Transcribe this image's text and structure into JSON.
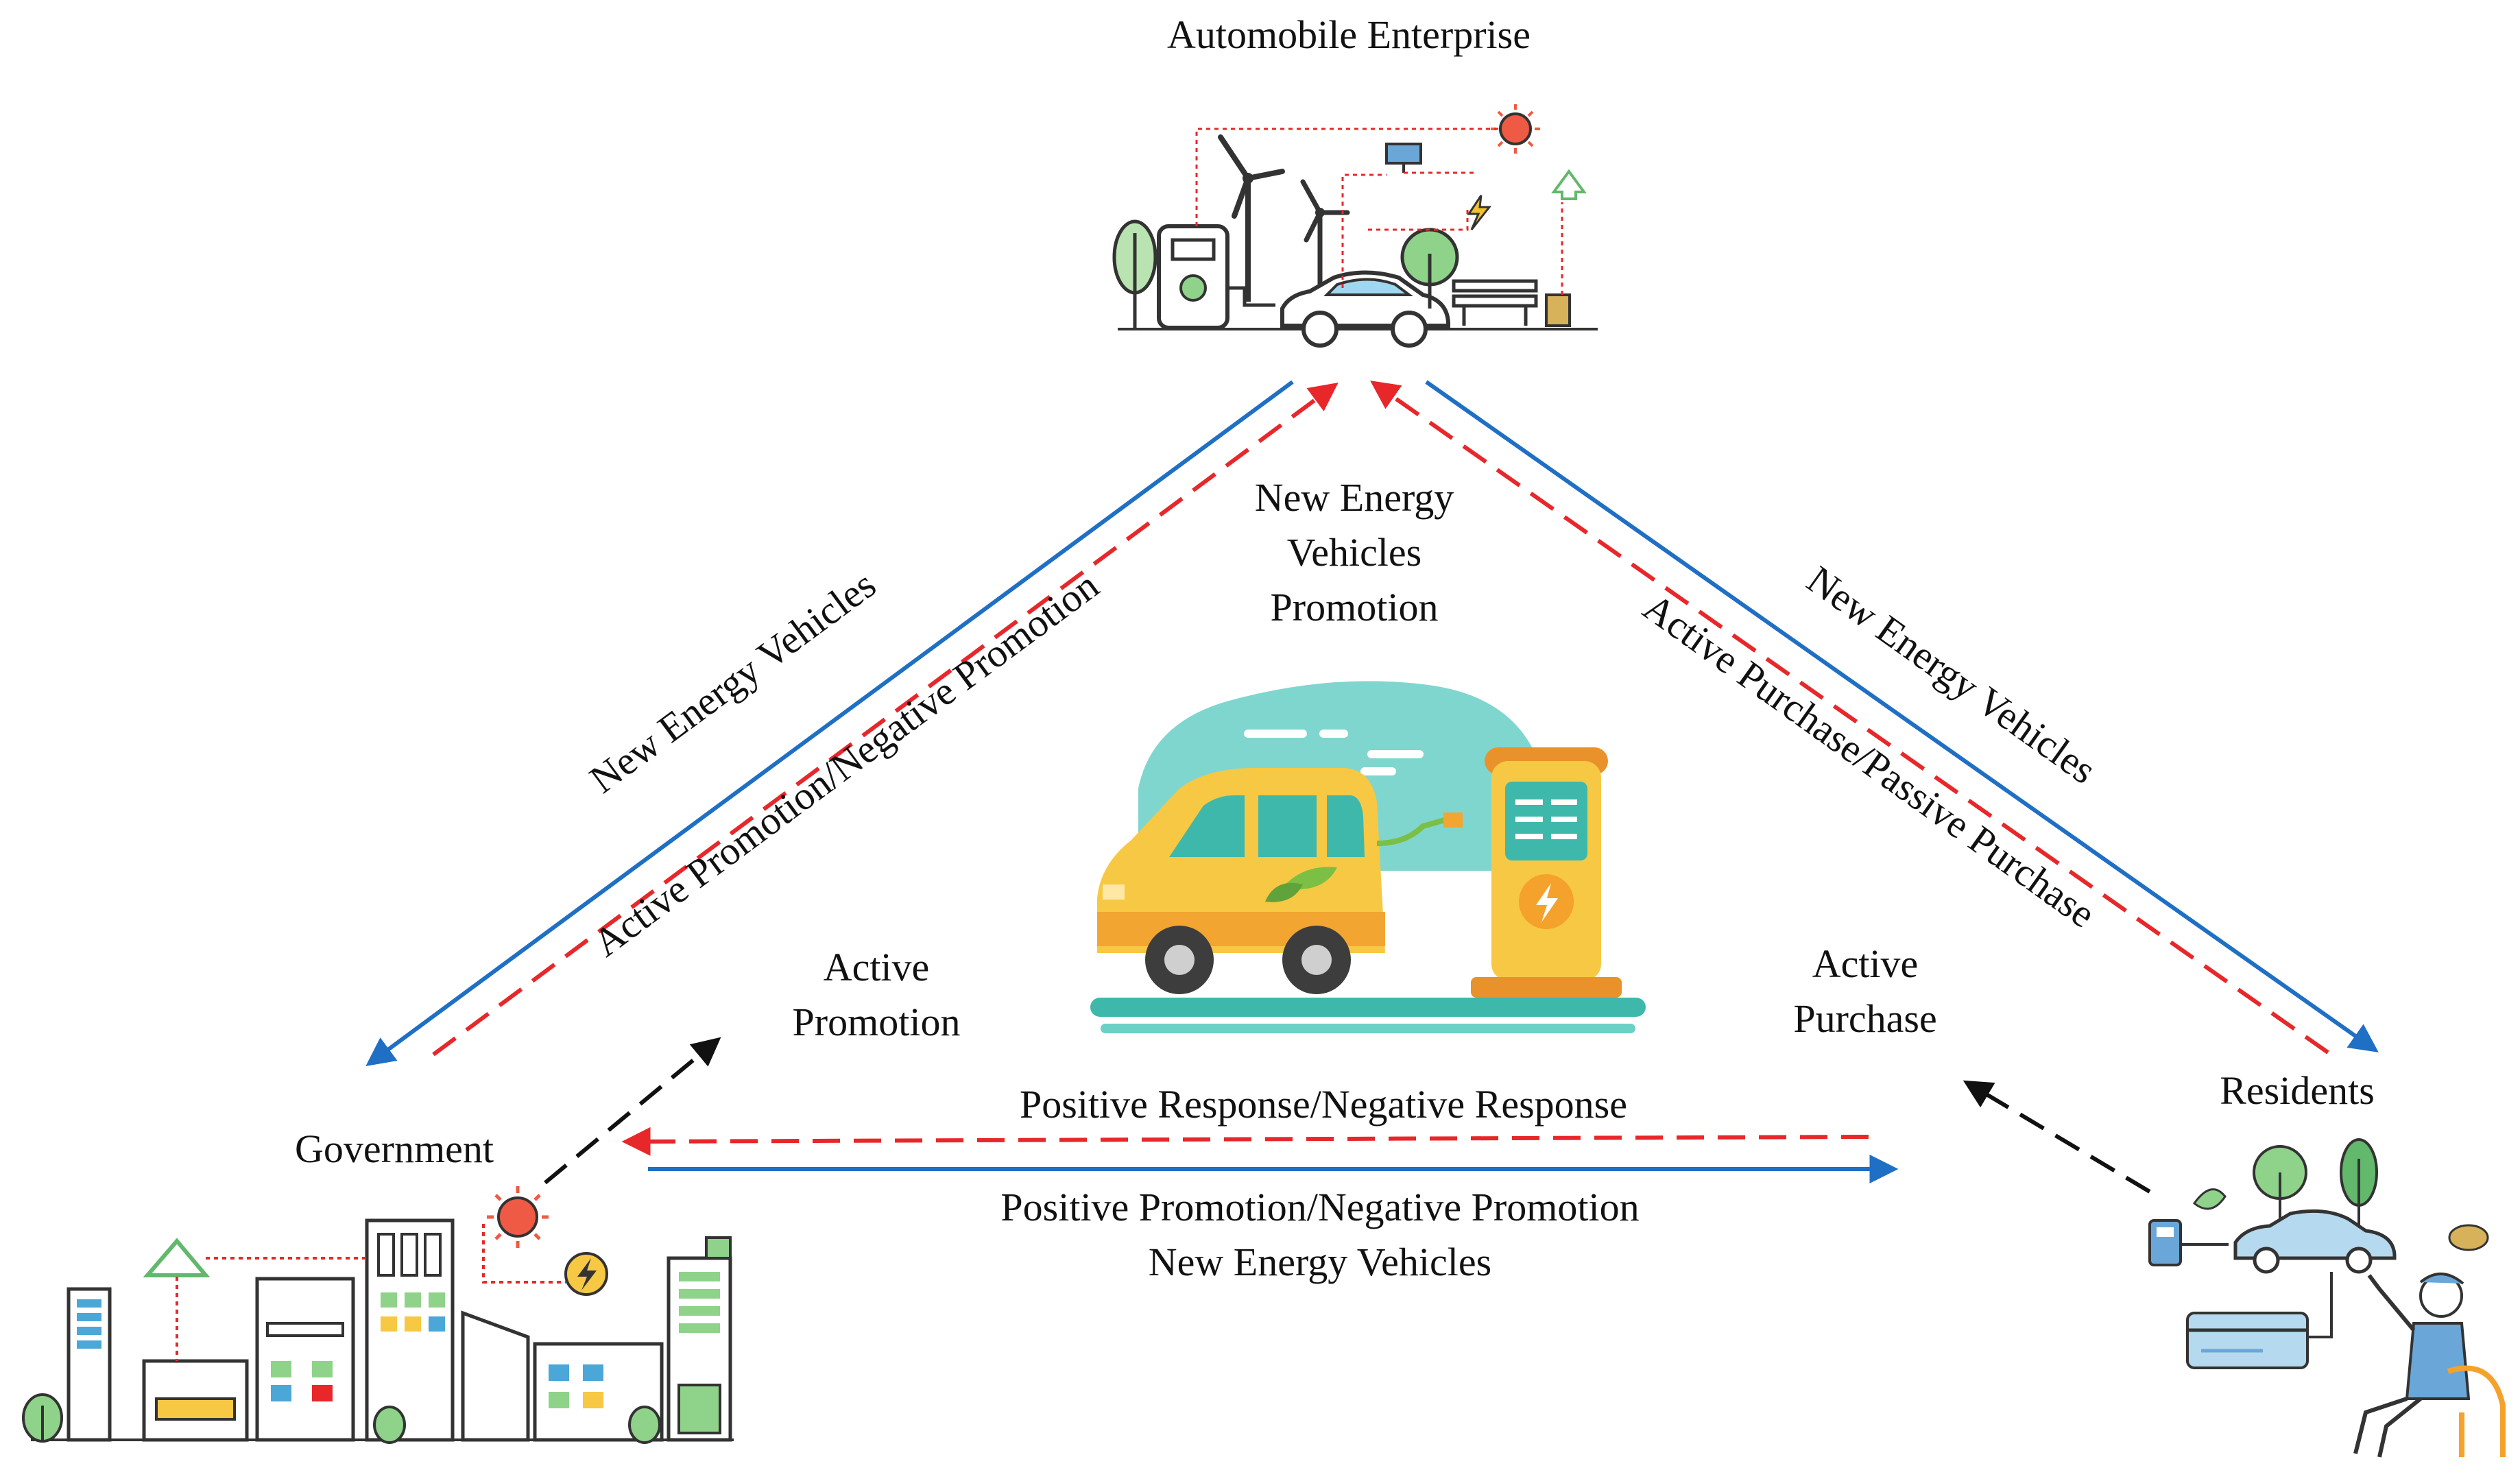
{
  "nodes": {
    "enterprise": "Automobile Enterprise",
    "government": "Government",
    "residents": "Residents"
  },
  "center": {
    "line1": "New Energy",
    "line2": "Vehicles",
    "line3": "Promotion"
  },
  "edges": {
    "left_solid": "New Energy Vehicles",
    "left_dashed": "Active Promotion/Negative Promotion",
    "right_solid": "New Energy Vehicles",
    "right_dashed": "Active Purchase/Passive Purchase",
    "bottom_dashed": "Positive Response/Negative Response",
    "bottom_solid_1": "Positive Promotion/Negative Promotion",
    "bottom_solid_2": "New Energy Vehicles",
    "active_promotion_1": "Active",
    "active_promotion_2": "Promotion",
    "active_purchase_1": "Active",
    "active_purchase_2": "Purchase"
  },
  "colors": {
    "blue": "#1f6fc5",
    "red": "#e8272a",
    "black": "#111111",
    "teal": "#7fd6cf",
    "car_yellow": "#f7c843",
    "pump_orange": "#f4a22b"
  }
}
